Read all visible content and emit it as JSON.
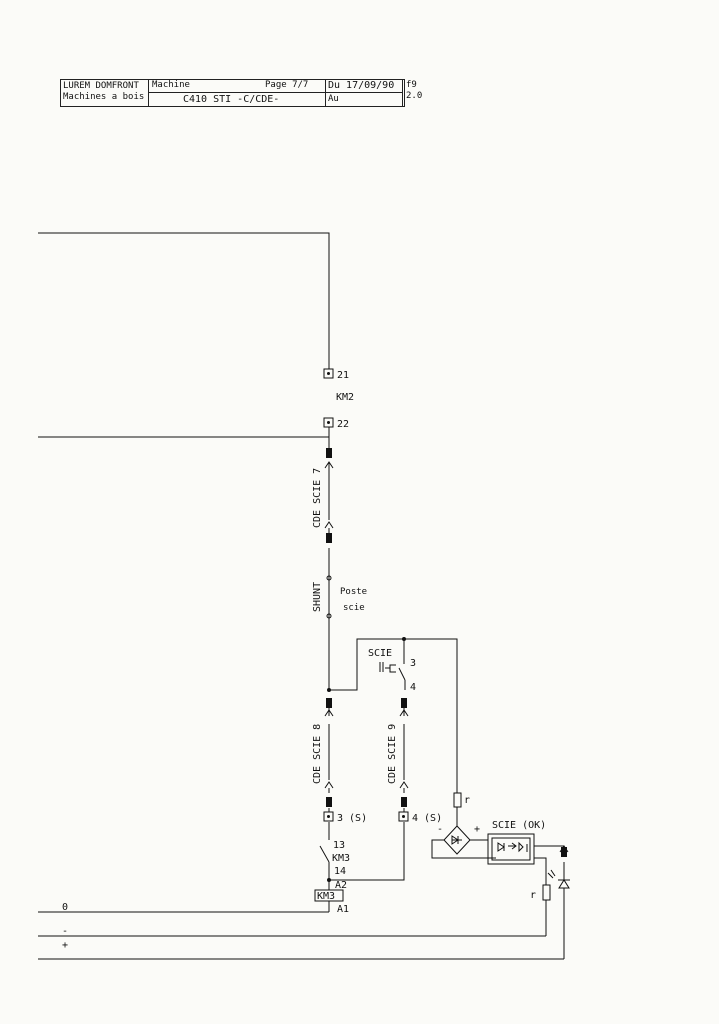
{
  "title_block": {
    "company_line1": "LUREM DOMFRONT",
    "company_line2": "Machines a bois",
    "section": "Machine",
    "page": "Page 7/7",
    "drawing_title": "C410 STI -C/CDE-",
    "date_from": "Du 17/09/90",
    "date_to": "Au",
    "sheet_code": "f9",
    "revision": "2.0"
  },
  "terminals": {
    "km2_21": "21",
    "km2_22": "22",
    "t3": "3 (S)",
    "t4": "4 (S)"
  },
  "labels": {
    "km2": "KM2",
    "cde_scie_7": "CDE SCIE 7",
    "shunt": "SHUNT",
    "poste": "Poste",
    "scie_small": "scie",
    "scie_switch": "SCIE",
    "sw_3": "3",
    "sw_4": "4",
    "cde_scie_8": "CDE SCIE 8",
    "cde_scie_9": "CDE SCIE 9",
    "km3_13": "13",
    "km3": "KM3",
    "km3_14": "14",
    "a2": "A2",
    "coil_km3": "KM3",
    "a1": "A1",
    "scie_ok": "SCIE (OK)",
    "r1": "r",
    "r2": "r",
    "minus_sign": "-",
    "plus_sign": "+"
  },
  "rails": {
    "zero": "0",
    "minus": "-",
    "plus": "+"
  }
}
